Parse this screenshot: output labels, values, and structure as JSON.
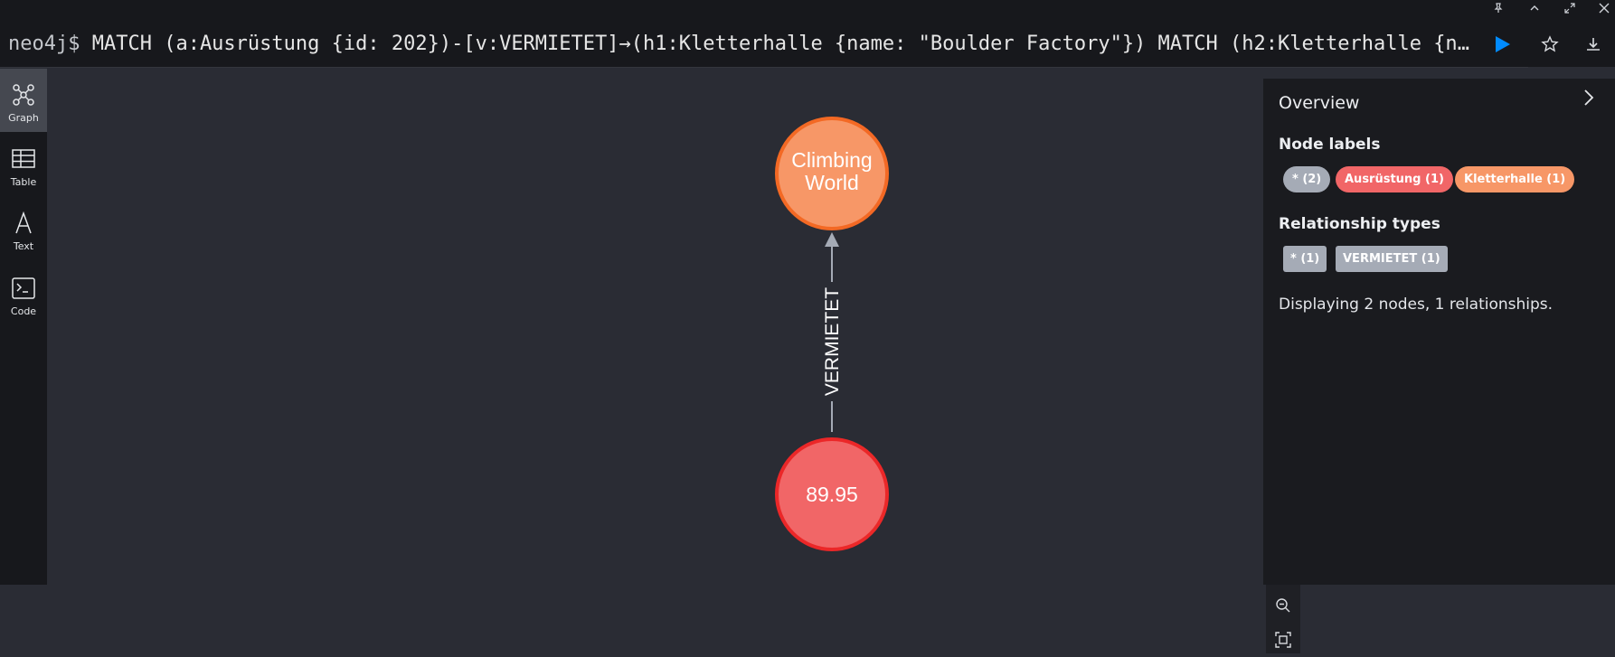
{
  "editor": {
    "prompt": "neo4j$",
    "query": "MATCH (a:Ausrüstung {id: 202})-[v:VERMIETET]→(h1:Kletterhalle {name: \"Boulder Factory\"}) MATCH (h2:Kletterhalle {name:…"
  },
  "sidebar": {
    "items": [
      {
        "label": "Graph",
        "icon": "graph-icon"
      },
      {
        "label": "Table",
        "icon": "table-icon"
      },
      {
        "label": "Text",
        "icon": "text-icon"
      },
      {
        "label": "Code",
        "icon": "code-icon"
      }
    ]
  },
  "graph": {
    "node_top": {
      "label": "Climbing\nWorld",
      "line1": "Climbing",
      "line2": "World",
      "fill": "#f79767",
      "stroke": "#f36924"
    },
    "node_bottom": {
      "label": "89.95",
      "fill": "#f16667",
      "stroke": "#eb2728"
    },
    "relationship": {
      "label": "VERMIETET",
      "color": "#a5abb6"
    }
  },
  "overview": {
    "title": "Overview",
    "node_labels_title": "Node labels",
    "node_labels": [
      {
        "text": "* (2)",
        "color": "#a5abb6"
      },
      {
        "text": "Ausrüstung (1)",
        "color": "#f16667"
      },
      {
        "text": "Kletterhalle (1)",
        "color": "#f79767"
      }
    ],
    "rel_types_title": "Relationship types",
    "rel_types": [
      {
        "text": "* (1)",
        "color": "#a5abb6"
      },
      {
        "text": "VERMIETET (1)",
        "color": "#a5abb6"
      }
    ],
    "summary": "Displaying 2 nodes, 1 relationships."
  },
  "colors": {
    "accent": "#018bff",
    "background": "#2a2c34",
    "panel": "#1a1b1f"
  }
}
